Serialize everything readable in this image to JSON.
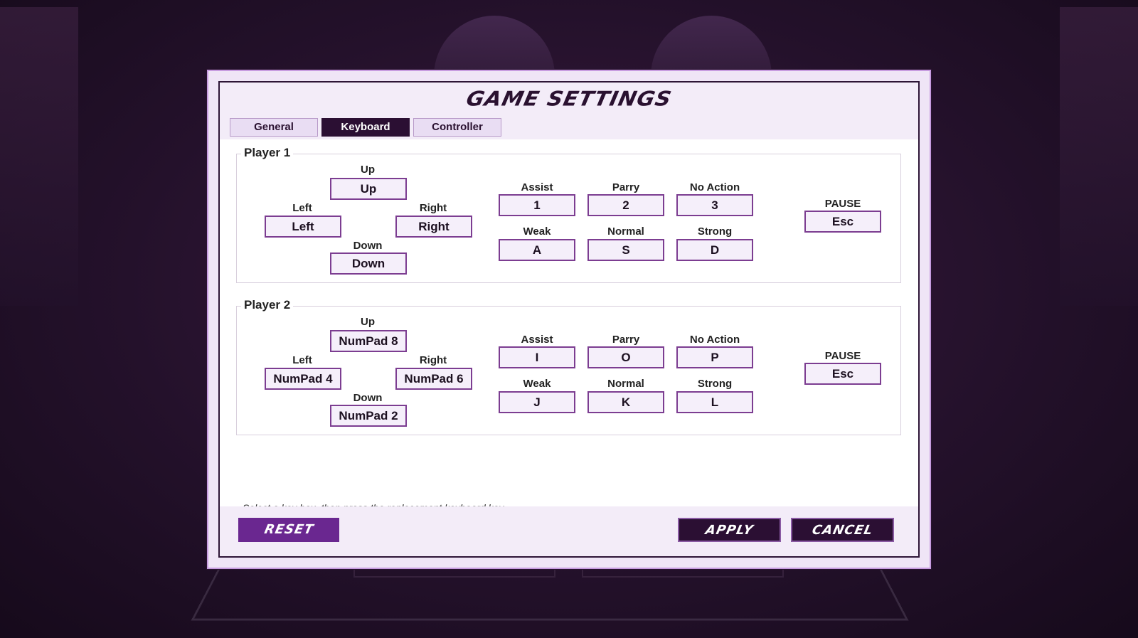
{
  "dialog": {
    "title": "GAME SETTINGS",
    "tabs": [
      {
        "label": "General",
        "active": false
      },
      {
        "label": "Keyboard",
        "active": true
      },
      {
        "label": "Controller",
        "active": false
      }
    ],
    "hint": "Select a key box, then press the replacement keyboard key."
  },
  "labels": {
    "up": "Up",
    "left": "Left",
    "right": "Right",
    "down": "Down",
    "assist": "Assist",
    "parry": "Parry",
    "no_action": "No Action",
    "weak": "Weak",
    "normal": "Normal",
    "strong": "Strong",
    "pause": "PAUSE"
  },
  "players": [
    {
      "name": "Player 1",
      "keys": {
        "up": "Up",
        "left": "Left",
        "right": "Right",
        "down": "Down",
        "assist": "1",
        "parry": "2",
        "no_action": "3",
        "weak": "A",
        "normal": "S",
        "strong": "D",
        "pause": "Esc"
      }
    },
    {
      "name": "Player 2",
      "keys": {
        "up": "NumPad 8",
        "left": "NumPad 4",
        "right": "NumPad 6",
        "down": "NumPad 2",
        "assist": "I",
        "parry": "O",
        "no_action": "P",
        "weak": "J",
        "normal": "K",
        "strong": "L",
        "pause": "Esc"
      }
    }
  ],
  "buttons": {
    "reset": "RESET",
    "apply": "APPLY",
    "cancel": "CANCEL"
  },
  "colors": {
    "accent": "#6a2790",
    "dark": "#2b0f33",
    "key_border": "#7c3d91"
  }
}
